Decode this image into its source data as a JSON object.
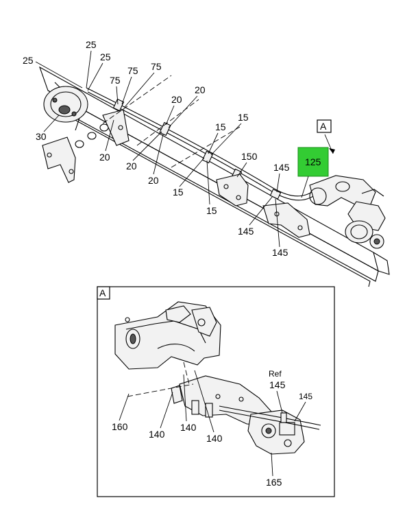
{
  "diagram": {
    "callouts": {
      "c25a": "25",
      "c25b": "25",
      "c25c": "25",
      "c30": "30",
      "c75a": "75",
      "c75b": "75",
      "c75c": "75",
      "c20a": "20",
      "c20b": "20",
      "c20c": "20",
      "c20d": "20",
      "c20e": "20",
      "c15a": "15",
      "c15b": "15",
      "c15c": "15",
      "c15d": "15",
      "c150": "150",
      "c145a": "145",
      "c145b": "145",
      "c145c": "145",
      "c125": "125",
      "detailTag": "A",
      "c160": "160",
      "c140a": "140",
      "c140b": "140",
      "c140c": "140",
      "ref": "Ref",
      "c145d": "145",
      "c145e": "145",
      "c165": "165"
    },
    "highlight_color": "#33cc33",
    "highlighted_part": "125",
    "detail_view": {
      "tag": "A"
    }
  }
}
